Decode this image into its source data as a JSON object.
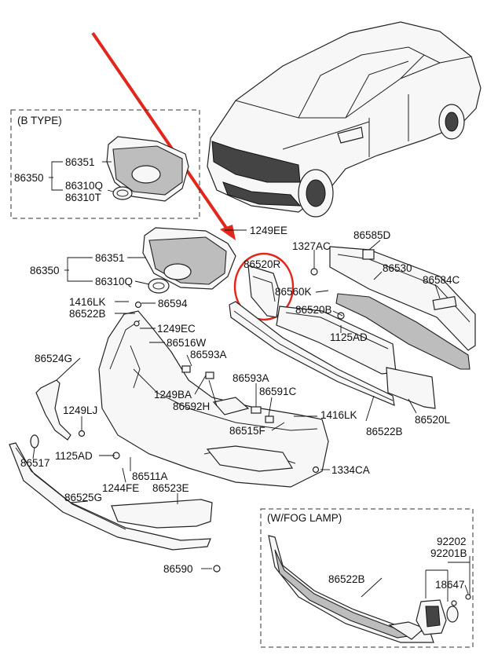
{
  "b_type_box": {
    "title": "(B TYPE)",
    "labels": {
      "group": "86350",
      "grille": "86351",
      "emblem_q": "86310Q",
      "emblem_t": "86310T"
    }
  },
  "fog_lamp_box": {
    "title": "(W/FOG LAMP)",
    "labels": {
      "lamp_a": "92202",
      "lamp_b": "92201B",
      "bulb": "18647",
      "lower_grille": "86522B"
    }
  },
  "part_labels": {
    "p1249EE": "1249EE",
    "p86351": "86351",
    "p86350": "86350",
    "p86310Q": "86310Q",
    "p86520R": "86520R",
    "p1327AC": "1327AC",
    "p86585D": "86585D",
    "p86530": "86530",
    "p86584C": "86584C",
    "p86560K": "86560K",
    "p86520B": "86520B",
    "p1125AD_r": "1125AD",
    "p1416LK_l": "1416LK",
    "p86522B_l": "86522B",
    "p86594": "86594",
    "p1249EC": "1249EC",
    "p86516W": "86516W",
    "p86593A_1": "86593A",
    "p86524G": "86524G",
    "p1249BA": "1249BA",
    "p86592H": "86592H",
    "p86593A_2": "86593A",
    "p86591C": "86591C",
    "p1416LK_r": "1416LK",
    "p86515F": "86515F",
    "p86522B_r": "86522B",
    "p86520L": "86520L",
    "p1249LJ": "1249LJ",
    "p86517": "86517",
    "p1125AD_l": "1125AD",
    "p86511A": "86511A",
    "p1244FE": "1244FE",
    "p86523E": "86523E",
    "p1334CA": "1334CA",
    "p86525G": "86525G",
    "p86590": "86590"
  },
  "colors": {
    "highlight": "#e3261b",
    "line": "#222222",
    "mesh": "#bdbdbd"
  }
}
